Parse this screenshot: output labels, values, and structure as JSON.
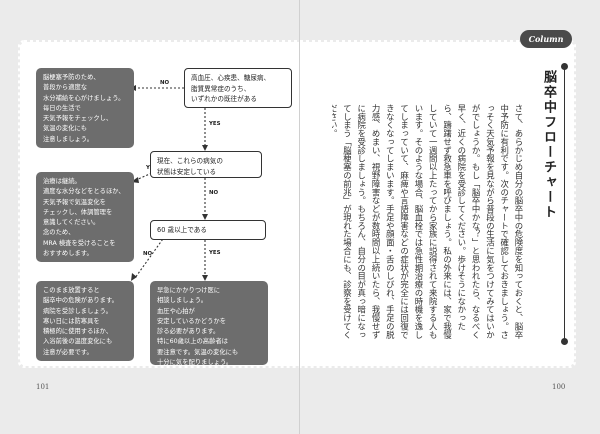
{
  "column_tag": "Column",
  "title": "脳卒中フローチャート",
  "body_text": "さて、あらかじめ自分の脳卒中の危険度を知っておくと、脳卒中予防に有利です。次のチャートで確認しておきましょう。さっそく天気予報を見ながら普段の生活に気をつけてみてはいかがでしょうか。もし「脳卒中かな？」と思われたら、なるべく早く、近くの病院を受診してください。歩けそうになかったら、躊躇せず救急車を呼びましょう。私の外来には、家で我慢していて一週間以上たってから家族に説得されて来院する人もいます。そのような場合、脳血栓では急性期治療の時機を逸してしまっていて、麻痺や言語障害などの症状が完全には回復できなくなってしまいます。手足や顔面・舌のしびれ、手足の脱力感、めまい、視野障害などが数時間以上続いたら、我慢せずに病院を受診しましょう。もちろん、自分の目が真っ暗になってしまう「脳梗塞の前兆」が現れた場合にも、診察を受けてください。",
  "flowchart": {
    "q1": "高血圧、心疾患、糖尿病、\n脂質異常症のうち、\nいずれかの既往がある",
    "q2": "現在、これらの病気の\n状態は安定している",
    "q3": "60 歳以上である",
    "no_label": "NO",
    "yes_label": "YES",
    "g1": "脳梗塞予防のため、\n普段から適度な\n水分補給を心がけましょう。\n毎日の生活で\n天気予報をチェックし、\n気温の変化にも\n注意しましょう。",
    "g2": "治療は継続。\n適度な水分などをとるほか、\n天気予報で気温変化を\nチェックし、体調管理を\n意識してください。\n念のため、\nMRA 検査を受けることを\nおすすめします。",
    "g3": "このまま放置すると\n脳卒中の危険があります。\n病院を受診しましょう。\n寒い日には防寒具を\n積極的に使用するほか、\n入浴前後の温度変化にも\n注意が必要です。",
    "g4": "早急にかかりつけ医に\n相談しましょう。\n血圧や心拍が\n安定しているかどうかを\n診る必要があります。\n特に60歳以上の高齢者は\n要注意です。気温の変化にも\n十分に気を配りましょう。"
  },
  "page_left": "101",
  "page_right": "100"
}
